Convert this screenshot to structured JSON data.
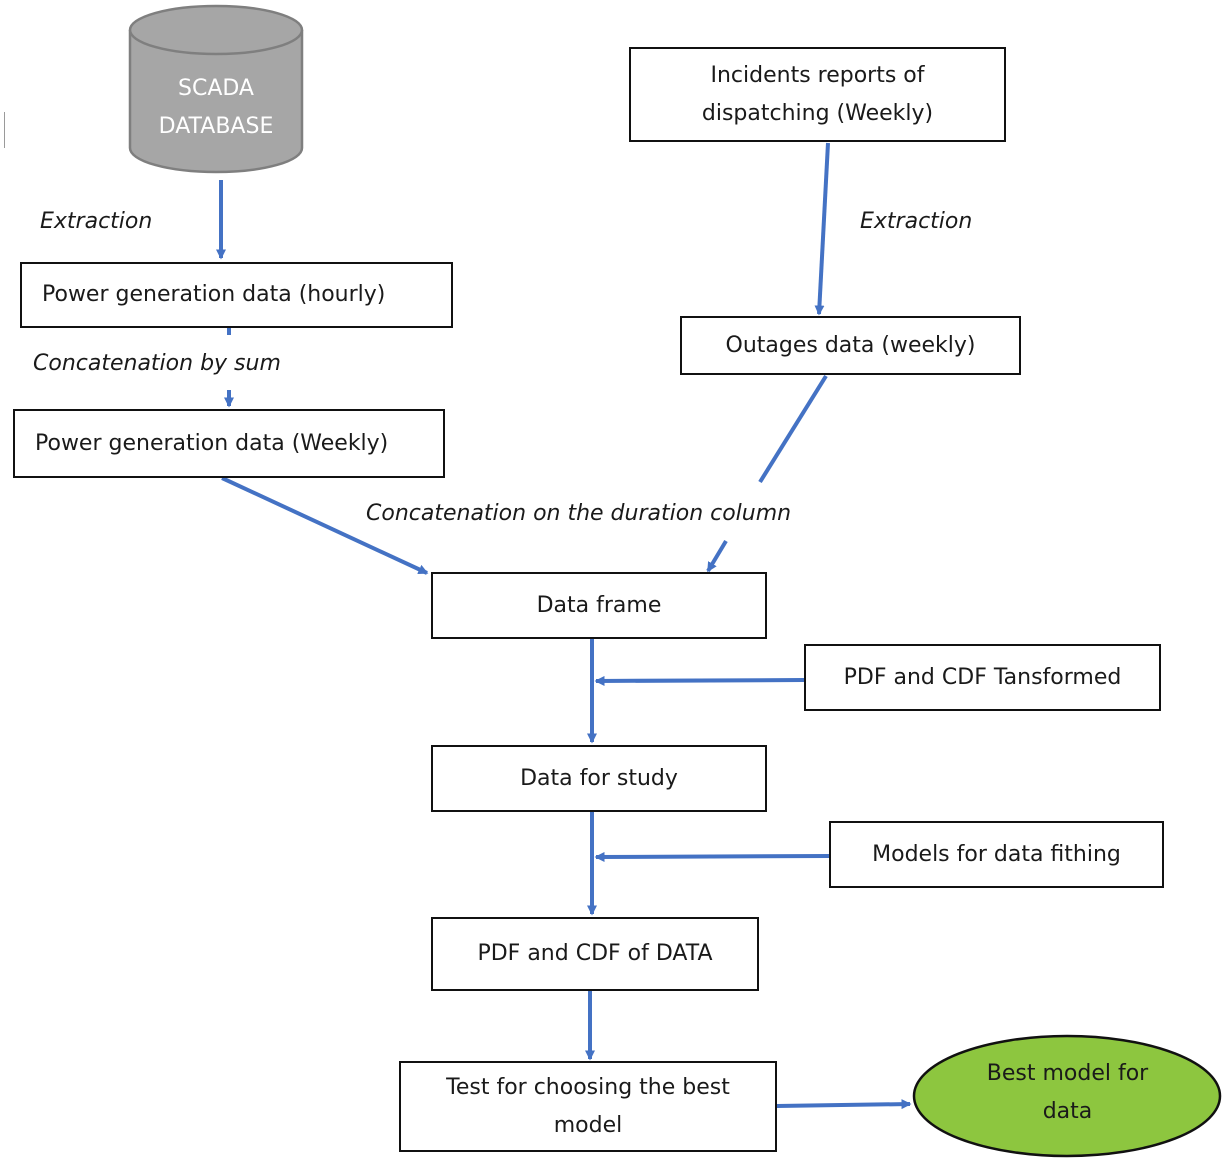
{
  "colors": {
    "arrow": "#4472C4",
    "database_fill": "#A6A6A6",
    "database_stroke": "#7F7F7F",
    "terminal_fill": "#8DC63F",
    "box_border": "#111111"
  },
  "database": {
    "line1": "SCADA",
    "line2": "DATABASE"
  },
  "incidents": {
    "line1": "Incidents reports of",
    "line2": "dispatching (Weekly)"
  },
  "labels": {
    "extraction_left": "Extraction",
    "extraction_right": "Extraction",
    "concat_sum": "Concatenation by sum",
    "concat_duration": "Concatenation on the duration column"
  },
  "boxes": {
    "power_hourly": "Power generation data (hourly)",
    "power_weekly": "Power generation data (Weekly)",
    "outages": "Outages data (weekly)",
    "data_frame": "Data frame",
    "pdf_cdf_transformed": "PDF and CDF Tansformed",
    "data_for_study": "Data for study",
    "models": "Models for data fithing",
    "pdf_cdf_data": "PDF and CDF of DATA",
    "test_line1": "Test for choosing the best",
    "test_line2": "model"
  },
  "terminal": {
    "line1": "Best model for",
    "line2": "data"
  }
}
